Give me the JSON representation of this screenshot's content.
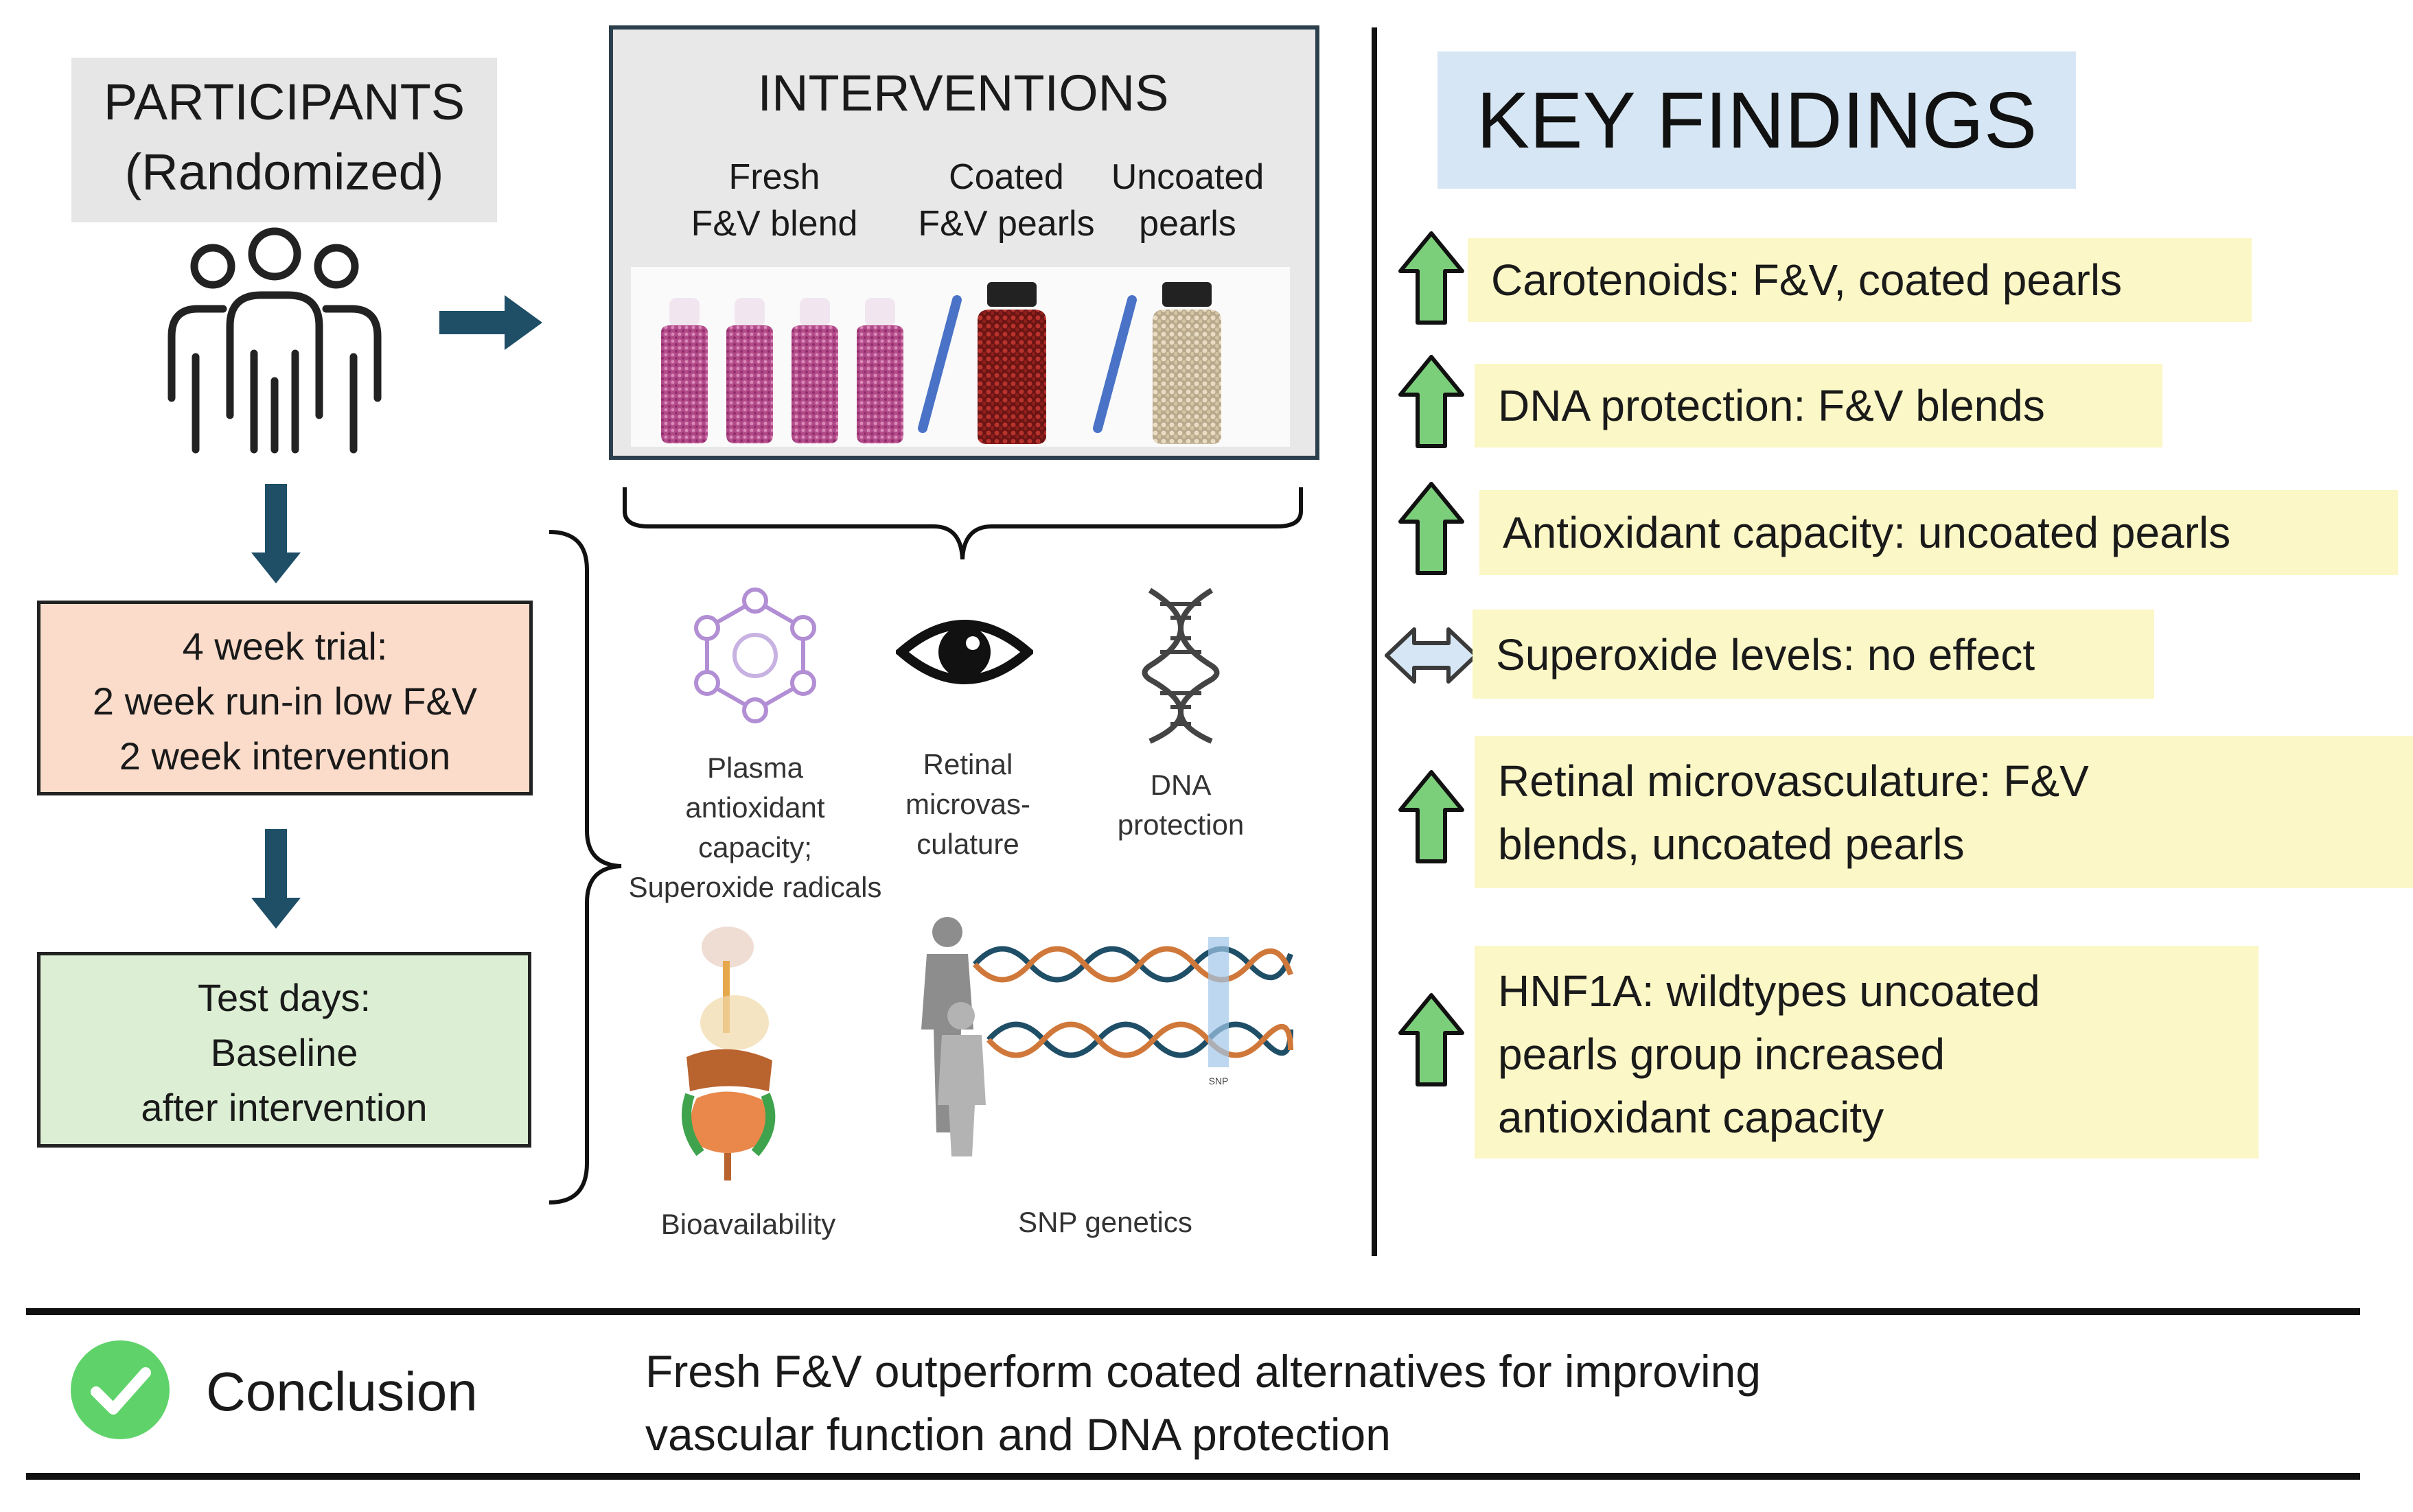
{
  "participants": {
    "title": "PARTICIPANTS",
    "subtitle": "(Randomized)"
  },
  "trial": {
    "line1": "4 week trial:",
    "line2": "2 week run-in low F&V",
    "line3": "2 week intervention"
  },
  "test_days": {
    "line1": "Test days:",
    "line2": "Baseline",
    "line3": "after intervention"
  },
  "interventions": {
    "title": "INTERVENTIONS",
    "products": [
      {
        "line1": "Fresh",
        "line2": "F&V blend"
      },
      {
        "line1": "Coated",
        "line2": "F&V pearls"
      },
      {
        "line1": "Uncoated",
        "line2": "pearls"
      }
    ]
  },
  "outcomes": {
    "plasma": {
      "line1": "Plasma",
      "line2": "antioxidant",
      "line3": "capacity;",
      "line4": "Superoxide radicals"
    },
    "retinal": {
      "line1": "Retinal",
      "line2": "microvas-",
      "line3": "culature"
    },
    "dna": {
      "line1": "DNA",
      "line2": "protection"
    },
    "bioavailability": "Bioavailability",
    "snp": "SNP genetics",
    "snp_marker": "SNP"
  },
  "key_findings": {
    "title": "KEY FINDINGS",
    "items": [
      {
        "lines": [
          "Carotenoids: F&V, coated pearls"
        ],
        "direction": "up"
      },
      {
        "lines": [
          "DNA protection: F&V blends"
        ],
        "direction": "up"
      },
      {
        "lines": [
          "Antioxidant capacity: uncoated pearls"
        ],
        "direction": "up"
      },
      {
        "lines": [
          "Superoxide levels: no effect"
        ],
        "direction": "neutral"
      },
      {
        "lines": [
          "Retinal microvasculature: F&V",
          "blends, uncoated pearls"
        ],
        "direction": "up"
      },
      {
        "lines": [
          "HNF1A: wildtypes uncoated",
          "pearls group increased",
          "antioxidant capacity"
        ],
        "direction": "up"
      }
    ]
  },
  "conclusion": {
    "label": "Conclusion",
    "line1": "Fresh F&V outperform coated alternatives for improving",
    "line2": "vascular function and DNA protection",
    "icon": "check-circle-icon"
  },
  "colors": {
    "navy_arrow": "#1f4e67",
    "green_arrow": "#7ccf7a",
    "trial_fill": "#fbdccb",
    "test_fill": "#dcefd4",
    "finding_fill": "#fbf7c6",
    "kf_title_fill": "#d6e6f4",
    "check_green": "#5fd36a"
  }
}
